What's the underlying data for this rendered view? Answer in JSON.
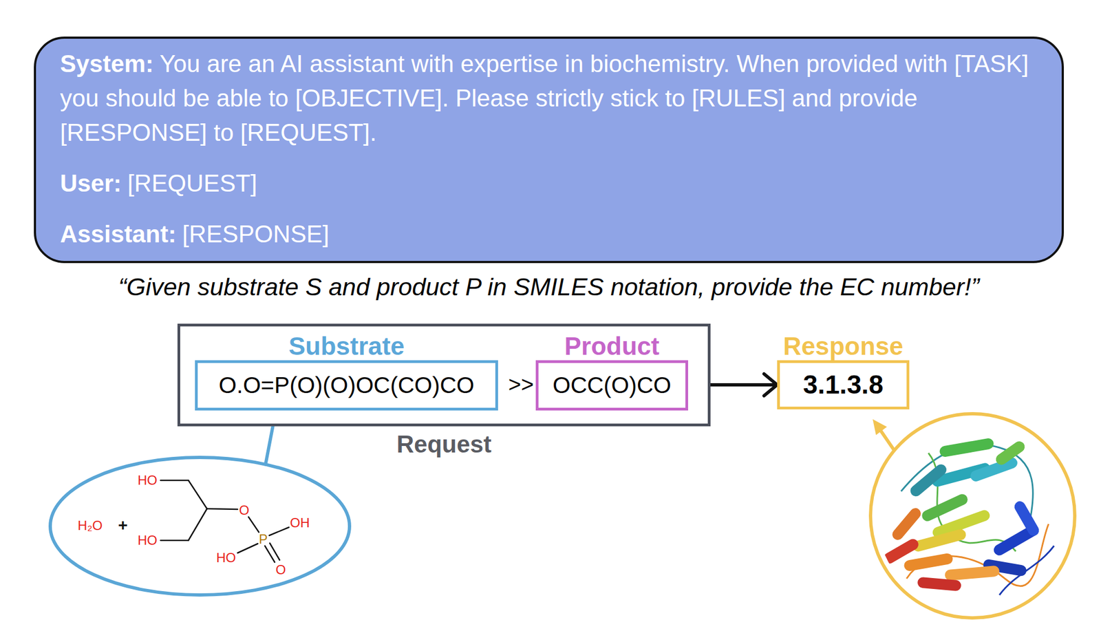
{
  "diagram": {
    "nodes": [
      {
        "text": [
          "System:",
          "You are an AI assistant with expertise in biochemistry. When provided with [TASK] you should be able to [OBJECTIVE]. Please strictly stick to [RULES] and provide [RESPONSE] to [REQUEST].",
          "User:",
          "[REQUEST]",
          "Assistant:",
          "[RESPONSE]"
        ]
      },
      {
        "text": [
          "Request"
        ]
      },
      {
        "text": [
          "Substrate",
          "O.O=P(O)(O)OC(CO)CO"
        ],
        "in": 1
      },
      {
        "text": [
          "Product",
          "OCC(O)CO"
        ],
        "in": 1
      },
      {
        "text": [
          "Response",
          "3.1.3.8"
        ]
      },
      {
        "text": [
          "HO",
          "H₂O",
          "+",
          "O",
          "OH",
          "HO",
          "P",
          "HO",
          "O"
        ]
      }
    ],
    "edges": [
      {
        "from": 1,
        "to": 4,
        "arrow": "to"
      },
      {
        "from": 5,
        "to": 2,
        "arrow": "to"
      }
    ],
    "labels": [
      "“Given substrate S and product P in SMILES notation, provide the EC number!”",
      ">>"
    ]
  }
}
